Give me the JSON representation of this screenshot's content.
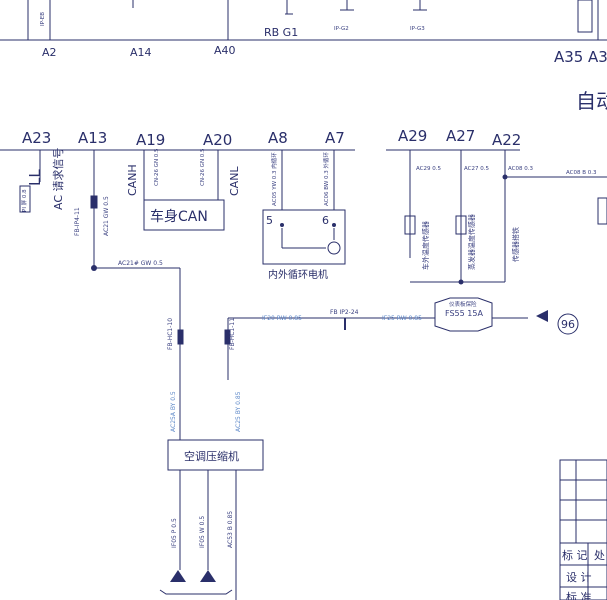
{
  "top": {
    "pins": [
      "A2",
      "A14",
      "A40",
      "A35",
      "A3"
    ],
    "ground_labels": [
      "RB G1",
      "IP-G2",
      "IP-G3"
    ],
    "left_edge_label": "IP-EB"
  },
  "section_title": "自动",
  "pins_row": [
    "A23",
    "A13",
    "A19",
    "A20",
    "A8",
    "A7",
    "A29",
    "A27",
    "A22"
  ],
  "left_component": {
    "labels": [
      "LL",
      "AC 请求信号",
      "FB-IP4-11",
      "AC21 GW 0.5",
      "PI 屏 0.8"
    ]
  },
  "can": {
    "box": "车身CAN",
    "canh": "CANH",
    "canl": "CANL",
    "wire_h": "CN-26 GN 0.5",
    "wire_l": "CN-26 GN 0.5",
    "junction": "AC21# GW 0.5"
  },
  "motor": {
    "box": "内外循环电机",
    "pin_left": "5",
    "pin_right": "6",
    "wire_left": "AC05 YW 0.3 内循环",
    "wire_right": "AC06 BW 0.3 外循环"
  },
  "sensors": {
    "s1_wire": "AC29 0.5",
    "s1_label": "车外温度传感器",
    "s2_wire": "AC27 0.5",
    "s2_label": "蒸发器温度传感器",
    "s3_wire": "AC08 0.3",
    "s3_label": "传感器搭铁",
    "right_wire": "AC08 B 0.3"
  },
  "fuse_line": {
    "wire_a": "IF20 RW 0.85",
    "connector": "FB IP2-24",
    "wire_b": "IF25 RW 0.85",
    "fuse_title": "仪表板保险",
    "fuse_id": "FS55 15A",
    "circle_num": "96"
  },
  "compressor": {
    "box": "空调压缩机",
    "conn_left": "FB-HC1-10",
    "conn_right": "FB-HC1-11",
    "wire_left": "AC25A BY 0.5",
    "wire_right": "AC25 BY 0.85",
    "out_1": "IF05 P 0.5",
    "out_2": "IF05 W 0.5",
    "out_3": "AC53 B 0.85"
  },
  "title_block": {
    "rows": [
      "标 记",
      "设 计",
      "标 准"
    ],
    "col2": "处"
  }
}
